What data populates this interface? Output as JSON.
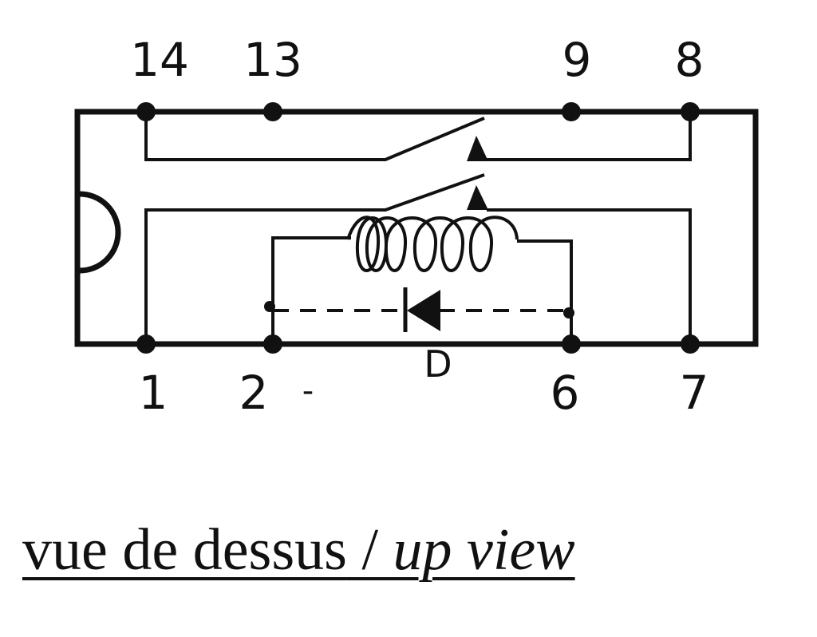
{
  "pins": {
    "top": [
      "14",
      "13",
      "9",
      "8"
    ],
    "bottom": [
      "1",
      "2",
      "6",
      "7"
    ]
  },
  "polarity": {
    "pin2": "-"
  },
  "components": {
    "diode_label": "D"
  },
  "caption": {
    "fr": "vue de dessus",
    "separator": " / ",
    "en": "up view"
  }
}
